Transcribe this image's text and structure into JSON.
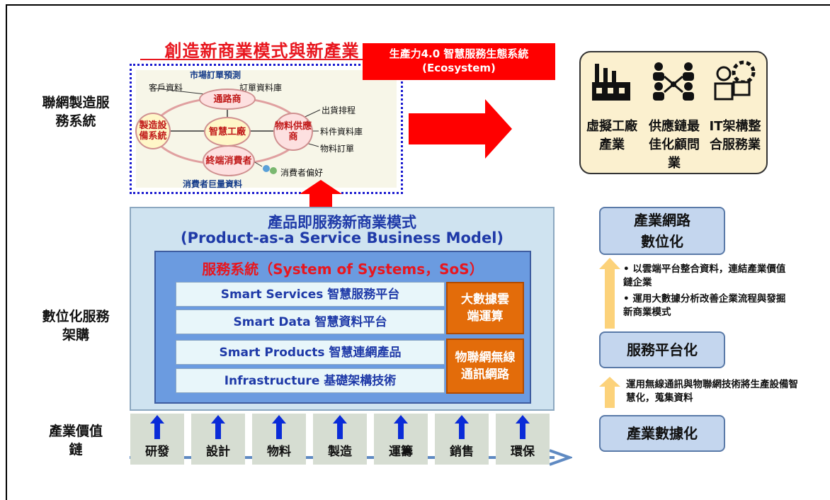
{
  "top": {
    "title": "創造新商業模式與新產業",
    "ecosystem_line1": "生產力4.0  智慧服務生態系統",
    "ecosystem_line2": "(Ecosystem)",
    "network": {
      "top_label": "市場訂單預測",
      "customer_data": "客戶資料",
      "order_db": "訂單資料庫",
      "shipping": "出貨排程",
      "material_db": "料件資料庫",
      "material_order": "物料訂單",
      "consumer_pref": "消費者偏好",
      "bottom_label": "消費者巨量資料",
      "nodes": {
        "channel": "通路商",
        "manufacturing": "製造設備系統",
        "factory": "智慧工廠",
        "supplier": "物料供應商",
        "consumer": "終端消費者"
      }
    },
    "industries": [
      {
        "label": "虛擬工廠產業",
        "icon": "factory-icon"
      },
      {
        "label": "供應鏈最佳化顧問業",
        "icon": "network-people-icon"
      },
      {
        "label": "IT架構整合服務業",
        "icon": "it-engineer-icon"
      }
    ]
  },
  "left_labels": {
    "networked": "聯網製造服務系統",
    "digital": "數位化服務架購",
    "value_chain": "產業價值鏈"
  },
  "middle": {
    "title_cn": "產品即服務新商業模式",
    "title_en": "(Product-as-a Service Business Model)",
    "sos": "服務系統（System of Systems，SoS）",
    "rows": [
      "Smart Services 智慧服務平台",
      "Smart Data 智慧資料平台",
      "Smart Products 智慧連網產品",
      "Infrastructure 基礎架構技術"
    ],
    "orange_top": "大數據雲端運算",
    "orange_bottom": "物聯網無線通訊網路"
  },
  "value_chain": [
    "研發",
    "設計",
    "物料",
    "製造",
    "運籌",
    "銷售",
    "環保"
  ],
  "right": {
    "box1": "產業網路數位化",
    "box2": "服務平台化",
    "box3": "產業數據化",
    "bullets1": [
      "以雲端平台整合資料，連結產業價值鏈企業",
      "運用大數據分析改善企業流程與發掘新商業模式"
    ],
    "bullet2": "運用無線通訊與物聯網技術將生產設備智慧化，蒐集資料"
  },
  "colors": {
    "red": "#e8161e",
    "blue_text": "#1f3aa8",
    "orange": "#e36c0a",
    "light_orange": "#fcd27a",
    "arrow_blue": "#0a2bd8"
  }
}
